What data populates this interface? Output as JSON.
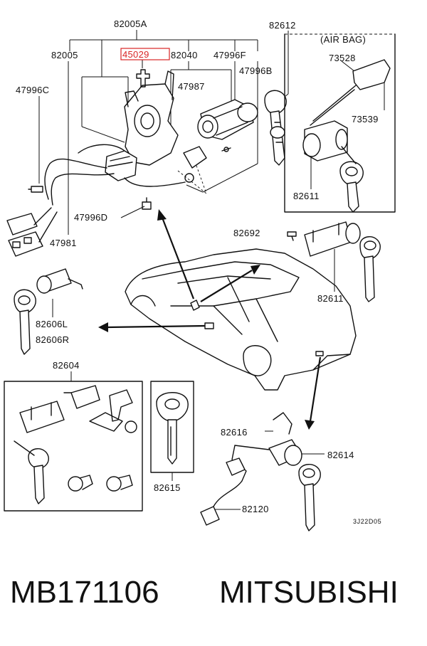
{
  "diagram": {
    "labels": {
      "p82005A": "82005A",
      "p82612": "82612",
      "airbag": "(AIR BAG)",
      "p82005": "82005",
      "p45029": "45029",
      "p82040": "82040",
      "p47996F": "47996F",
      "p47996B": "47996B",
      "p47996C": "47996C",
      "p47987": "47987",
      "p73528": "73528",
      "p73539": "73539",
      "p82611a": "82611",
      "p47996D": "47996D",
      "p47981": "47981",
      "p82692": "82692",
      "p82611b": "82611",
      "p82606L": "82606L",
      "p82606R": "82606R",
      "p82604": "82604",
      "p82616": "82616",
      "p82614": "82614",
      "p82615": "82615",
      "p82120": "82120",
      "code": "3J22D05"
    },
    "highlight_color": "#d92626"
  },
  "footer": {
    "part_number": "MB171106",
    "brand": "MITSUBISHI"
  }
}
